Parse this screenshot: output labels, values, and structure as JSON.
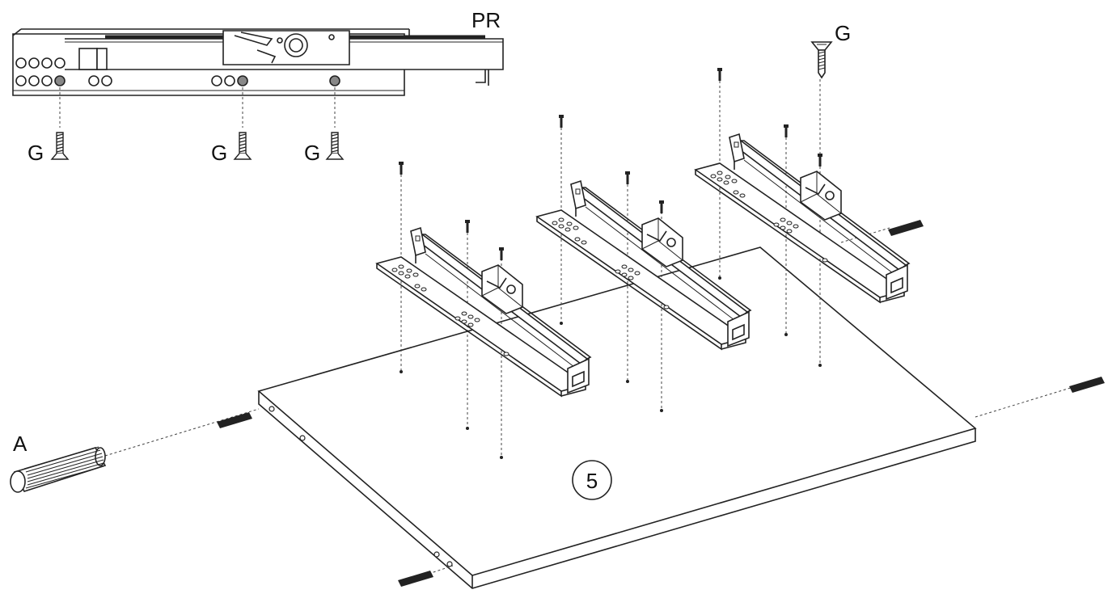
{
  "labels": {
    "slide_reference": "PR",
    "screw_top": "G",
    "screw_left": "G",
    "screw_middle": "G",
    "screw_right": "G",
    "dowel": "A",
    "panel_number": "5"
  },
  "icons": {
    "screw": "screw-icon",
    "dowel": "dowel-icon",
    "slide": "drawer-slide-icon",
    "panel": "panel-icon"
  },
  "colors": {
    "line": "#222222",
    "background": "#ffffff"
  }
}
